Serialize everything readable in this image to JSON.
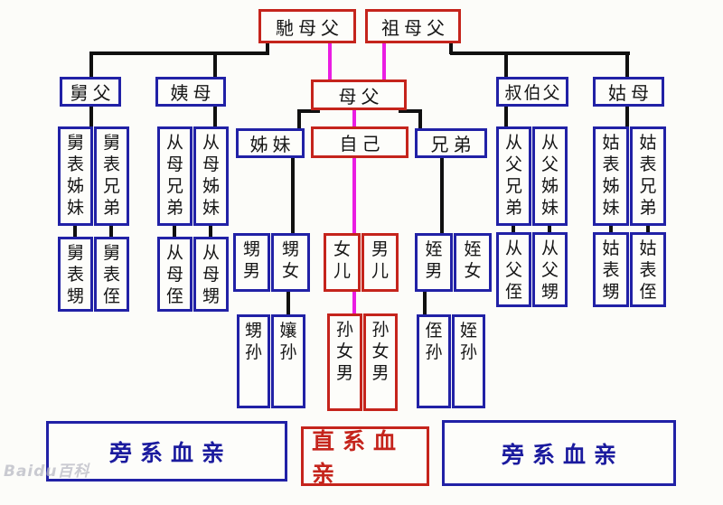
{
  "nodes": {
    "grand_left": "馳母父",
    "grand_right": "祖母父",
    "parents": "母父",
    "self": "自己",
    "sisters": "姊妹",
    "brothers": "兄弟",
    "jiufu": "舅父",
    "yimu": "姨母",
    "shubofu": "叔伯父",
    "gumu": "姑母",
    "jb_zimei": "舅表姊妹",
    "jb_xiongdi": "舅表兄弟",
    "cm_xiongdi": "从母兄弟",
    "cm_zimei": "从母姊妹",
    "cf_xiongdi": "从父兄弟",
    "cf_zimei": "从父姊妹",
    "gb_zimei": "姑表姊妹",
    "gb_xiongdi": "姑表兄弟",
    "jb_sheng": "舅表甥",
    "jb_zhi": "舅表侄",
    "cm_zhi": "从母侄",
    "cm_sheng": "从母甥",
    "cf_zhi": "从父侄",
    "cf_sheng": "从父甥",
    "gb_sheng": "姑表甥",
    "gb_zhi": "姑表侄",
    "sheng_nan": "甥男",
    "sheng_nv": "甥女",
    "daughter": "女儿",
    "son": "男儿",
    "zhi_nan": "姪男",
    "zhi_nv": "姪女",
    "sheng_sun": "甥孙",
    "niang_sun": "孃孙",
    "sun_left": "孙女男",
    "sun_right": "孙女男",
    "zhi_sun_left": "侄孙",
    "zhi_sun_right": "姪孙"
  },
  "legend": {
    "left": "旁系血亲",
    "center": "直系血亲",
    "right": "旁系血亲"
  },
  "watermark": "Baidu百科",
  "colors": {
    "direct_border": "#c5241c",
    "collateral_border": "#2121a6",
    "descent_line": "#101010",
    "direct_descent_line": "#ea1de2"
  }
}
